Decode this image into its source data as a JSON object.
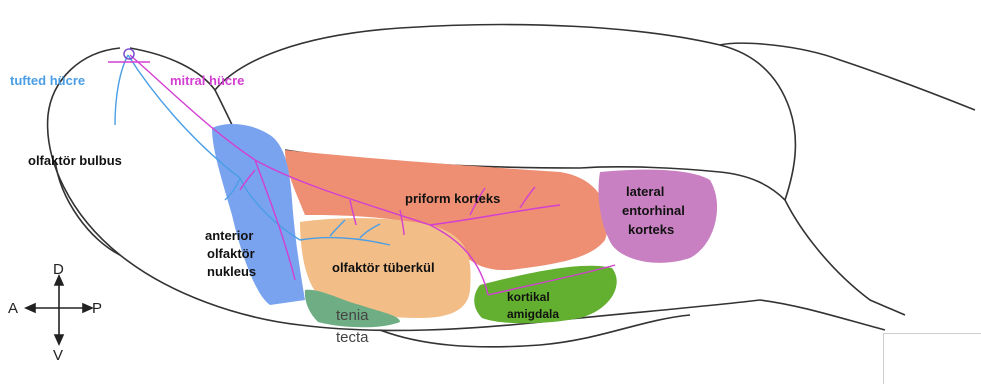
{
  "labels": {
    "tufted_cell": "tufted hücre",
    "mitral_cell": "mitral hücre",
    "olfactory_bulb": "olfaktör bulbus",
    "piriform_cortex": "priform korteks",
    "lateral_entorhinal_1": "lateral",
    "lateral_entorhinal_2": "entorhinal",
    "lateral_entorhinal_3": "korteks",
    "anterior_olfactory_1": "anterior",
    "anterior_olfactory_2": "olfaktör",
    "anterior_olfactory_3": "nukleus",
    "olfactory_tubercle": "olfaktör tüberkül",
    "cortical_amygdala_1": "kortikal",
    "cortical_amygdala_2": "amigdala",
    "tenia_tecta_1": "tenia",
    "tenia_tecta_2": "tecta"
  },
  "compass": {
    "dorsal": "D",
    "ventral": "V",
    "anterior": "A",
    "posterior": "P"
  },
  "colors": {
    "tufted": "#4a9ee6",
    "mitral": "#d23fd2",
    "piriform": "#ee8f73",
    "entorhinal": "#c880c2",
    "aon": "#7aa3ef",
    "tubercle": "#f3bd87",
    "amygdala": "#63b030",
    "tenia": "#6fae84",
    "outline": "#333333"
  }
}
